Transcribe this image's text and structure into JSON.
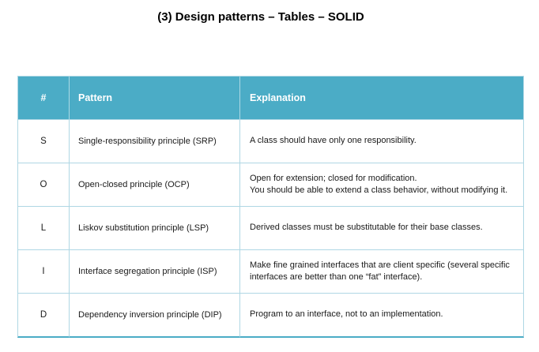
{
  "title": "(3) Design patterns – Tables – SOLID",
  "colors": {
    "header_bg": "#4BACC6",
    "header_text": "#FFFFFF",
    "grid_line": "#AFD7E4",
    "table_bottom_border": "#4BACC6",
    "body_text": "#1A1A1A",
    "title_text": "#000000"
  },
  "table": {
    "columns": [
      "#",
      "Pattern",
      "Explanation"
    ],
    "rows": [
      {
        "id": "S",
        "pattern": "Single-responsibility principle (SRP)",
        "explanation": [
          "A class should have only one responsibility."
        ]
      },
      {
        "id": "O",
        "pattern": "Open-closed principle (OCP)",
        "explanation": [
          "Open for extension; closed for modification.",
          "You should be able to extend a class behavior, without modifying it."
        ]
      },
      {
        "id": "L",
        "pattern": "Liskov substitution principle (LSP)",
        "explanation": [
          "Derived classes must be substitutable for their base classes."
        ]
      },
      {
        "id": "I",
        "pattern": "Interface segregation principle (ISP)",
        "explanation": [
          "Make fine grained interfaces that are client specific (several specific",
          "interfaces are better than one “fat” interface)."
        ]
      },
      {
        "id": "D",
        "pattern": "Dependency inversion principle (DIP)",
        "explanation": [
          "Program to an interface, not to an implementation."
        ]
      }
    ]
  }
}
